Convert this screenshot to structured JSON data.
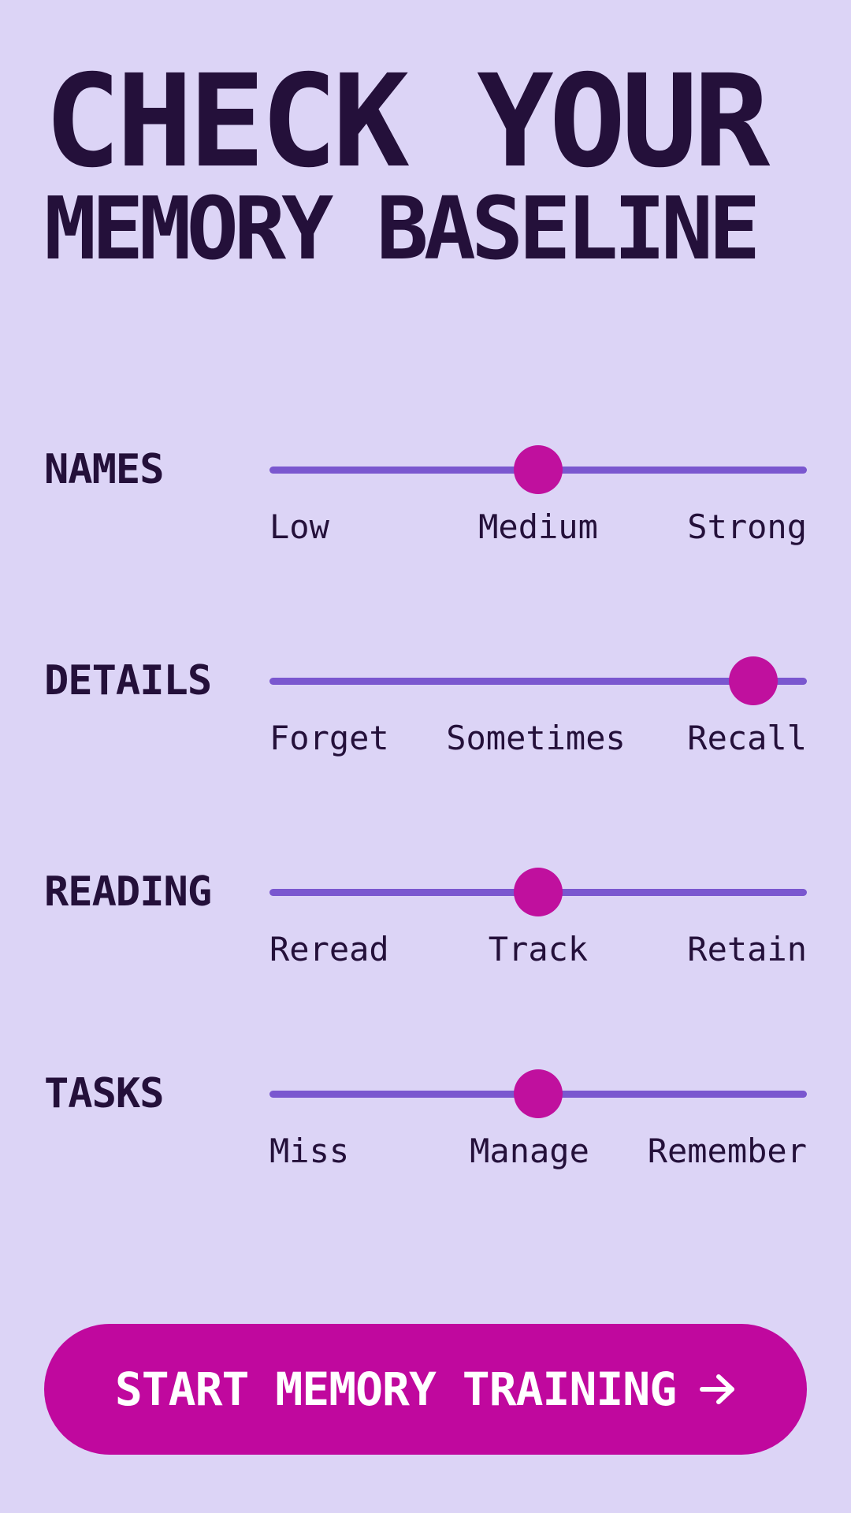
{
  "header": {
    "title_line_1": "CHECK YOUR",
    "title_line_2": "MEMORY BASELINE"
  },
  "sliders": [
    {
      "label": "NAMES",
      "ticks": [
        "Low",
        "Medium",
        "Strong"
      ],
      "value": 0.5,
      "selected": "Medium"
    },
    {
      "label": "DETAILS",
      "ticks": [
        "Forget",
        "Sometimes",
        "Recall"
      ],
      "value": 0.9,
      "selected": "Recall"
    },
    {
      "label": "READING",
      "ticks": [
        "Reread",
        "Track",
        "Retain"
      ],
      "value": 0.5,
      "selected": "Track"
    },
    {
      "label": "TASKS",
      "ticks": [
        "Miss",
        "Manage",
        "Remember"
      ],
      "value": 0.5,
      "selected": "Manage"
    }
  ],
  "cta": {
    "label": "START MEMORY TRAINING",
    "icon": "arrow-right-icon"
  },
  "colors": {
    "background": "#dcd4f6",
    "text": "#24103a",
    "track": "#7a57cf",
    "accent": "#c0089e",
    "button_text": "#ffffff"
  }
}
